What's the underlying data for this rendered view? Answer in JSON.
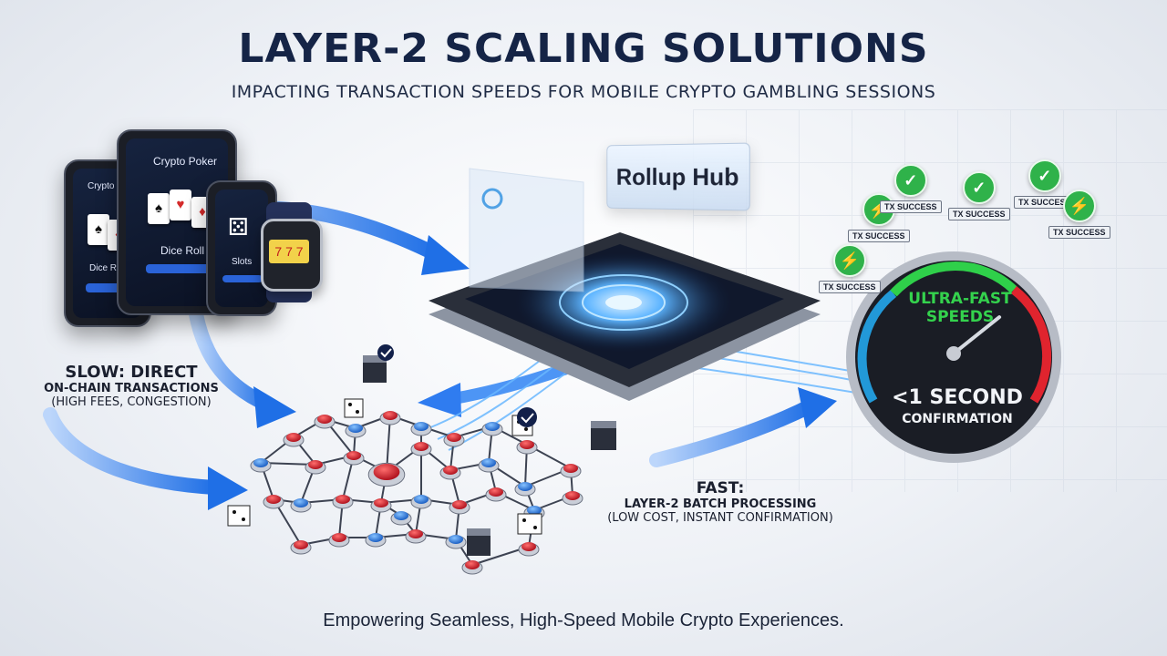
{
  "header": {
    "title": "LAYER-2 SCALING SOLUTIONS",
    "subtitle": "IMPACTING TRANSACTION SPEEDS FOR MOBILE CRYPTO GAMBLING SESSIONS"
  },
  "devices": {
    "phone_left": {
      "app_title": "Crypto Poker",
      "game_label": "Dice Roll"
    },
    "tablet": {
      "app_title": "Crypto Poker",
      "game_label": "Dice Roll"
    },
    "phone_right": {
      "game_label": "Slots"
    }
  },
  "slow_path": {
    "line1": "SLOW: DIRECT",
    "line2": "ON-CHAIN TRANSACTIONS",
    "line3": "(HIGH FEES, CONGESTION)"
  },
  "fast_path": {
    "line1": "FAST:",
    "line2": "LAYER-2 BATCH PROCESSING",
    "line3": "(LOW COST, INSTANT CONFIRMATION)"
  },
  "hub": {
    "label": "Rollup Hub"
  },
  "gauge": {
    "headline": "ULTRA-FAST SPEEDS",
    "value_text": "<1 SECOND",
    "caption": "CONFIRMATION",
    "needle_fraction": 0.72
  },
  "badges": [
    {
      "icon": "lightning-icon",
      "label": "TX SUCCESS"
    },
    {
      "icon": "check-icon",
      "label": "TX SUCCESS"
    },
    {
      "icon": "check-icon",
      "label": "TX SUCCESS"
    },
    {
      "icon": "check-icon",
      "label": "TX SUCCESS"
    },
    {
      "icon": "lightning-icon",
      "label": "TX SUCCESS"
    },
    {
      "icon": "lightning-icon",
      "label": "TX SUCCESS"
    }
  ],
  "footer": {
    "tagline": "Empowering Seamless, High-Speed Mobile Crypto Experiences."
  },
  "colors": {
    "accent_blue": "#2f7cf0",
    "success_green": "#2fb24a",
    "node_red": "#d2283a",
    "node_blue": "#3a86e8",
    "gauge_red": "#e0242e",
    "gauge_green": "#2fd04a"
  }
}
